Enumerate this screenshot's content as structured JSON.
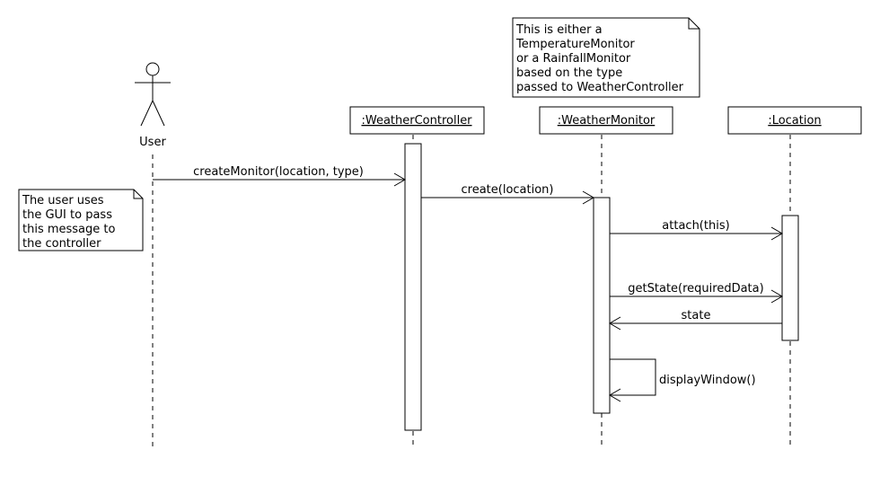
{
  "actor": {
    "name": "User"
  },
  "lifelines": [
    {
      "id": "controller",
      "label": ":WeatherController"
    },
    {
      "id": "monitor",
      "label": ":WeatherMonitor"
    },
    {
      "id": "location",
      "label": ":Location"
    }
  ],
  "messages": [
    {
      "label": "createMonitor(location, type)",
      "from": "User",
      "to": ":WeatherController"
    },
    {
      "label": "create(location)",
      "from": ":WeatherController",
      "to": ":WeatherMonitor"
    },
    {
      "label": "attach(this)",
      "from": ":WeatherMonitor",
      "to": ":Location"
    },
    {
      "label": "getState(requiredData)",
      "from": ":WeatherMonitor",
      "to": ":Location"
    },
    {
      "label": "state",
      "from": ":Location",
      "to": ":WeatherMonitor"
    },
    {
      "label": "displayWindow()",
      "from": ":WeatherMonitor",
      "to": ":WeatherMonitor"
    }
  ],
  "notes": [
    {
      "id": "user-note",
      "lines": [
        "The user uses",
        "the GUI to pass",
        "this message to",
        "the controller"
      ]
    },
    {
      "id": "type-note",
      "lines": [
        "This is either a",
        "TemperatureMonitor",
        "or a RainfallMonitor",
        "based on the type",
        "passed to WeatherController"
      ]
    }
  ]
}
